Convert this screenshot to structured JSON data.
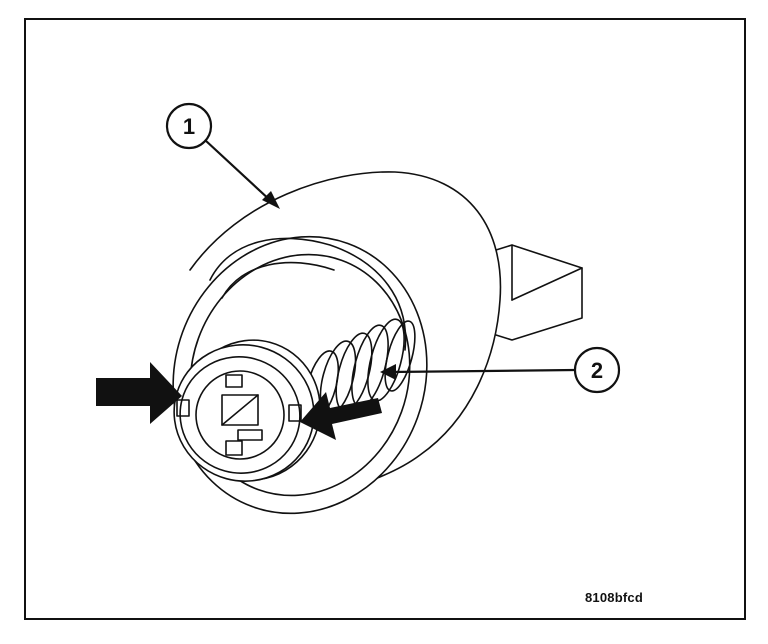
{
  "figure": {
    "callouts": [
      {
        "label": "1"
      },
      {
        "label": "2"
      }
    ],
    "figure_id": "8108bfcd",
    "colors": {
      "line": "#111111",
      "background": "#ffffff"
    }
  }
}
